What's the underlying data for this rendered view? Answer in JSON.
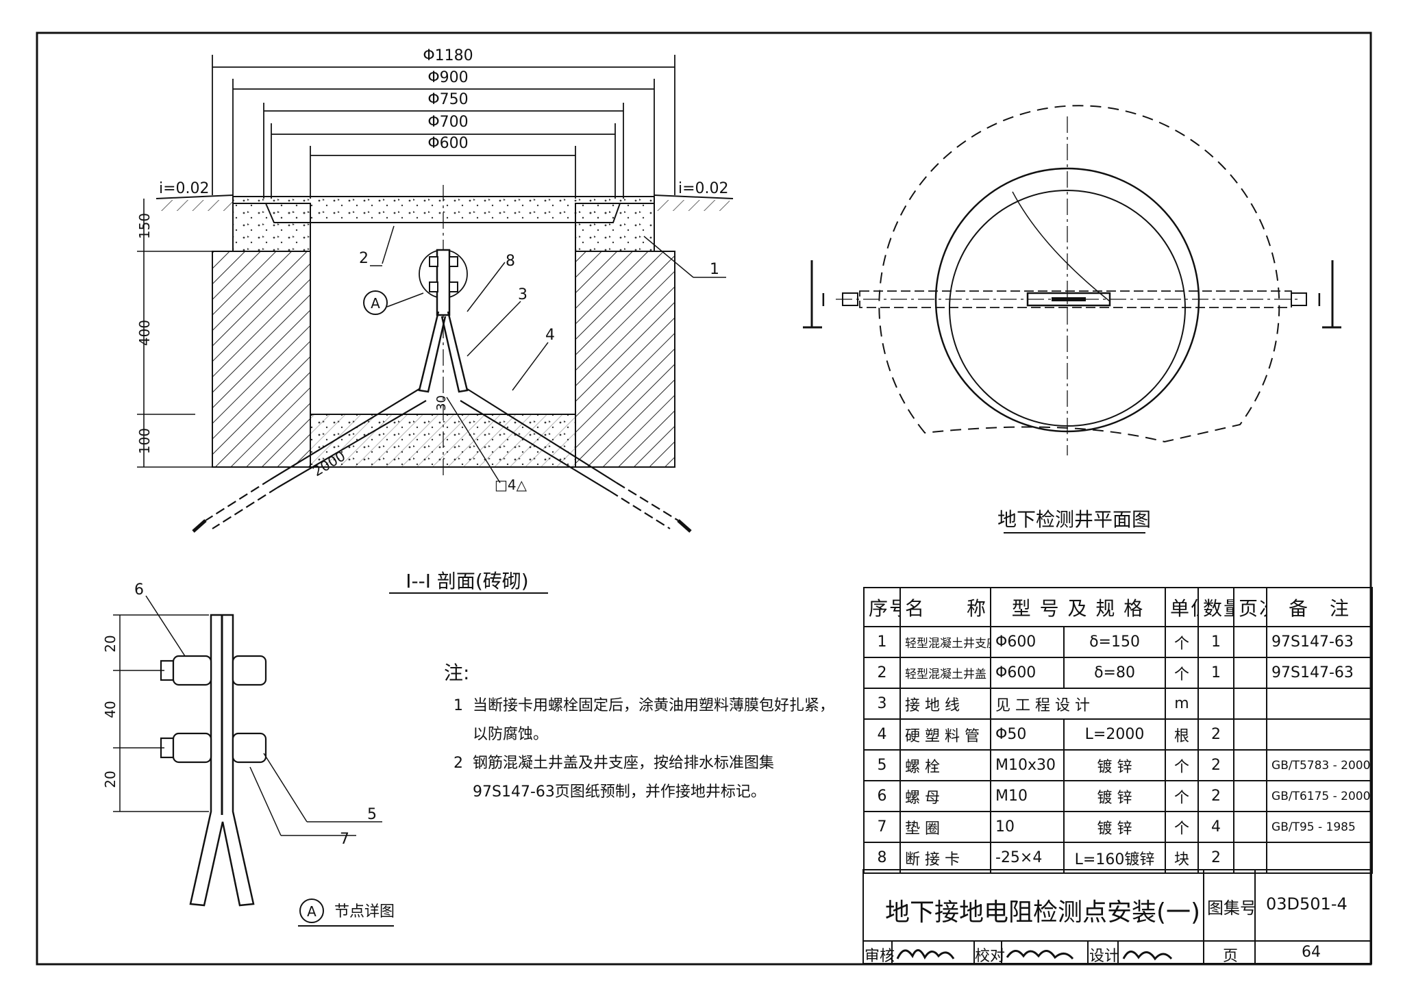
{
  "section_view": {
    "dims_top": [
      "Φ1180",
      "Φ900",
      "Φ750",
      "Φ700",
      "Φ600"
    ],
    "slope_left": "i=0.02",
    "slope_right": "i=0.02",
    "dims_side": [
      "150",
      "400",
      "100"
    ],
    "pipe_length": "2000",
    "angle_dim": "30",
    "rod_note": "□4△",
    "callouts": [
      "1",
      "2",
      "3",
      "4",
      "8"
    ],
    "detail_ref": "A",
    "section_mark": "I",
    "title": "I--I 剖面(砖砌)"
  },
  "plan_view": {
    "title": "地下检测井平面图",
    "section_mark_left": "I",
    "section_mark_right": "I"
  },
  "detail_view": {
    "ref": "A",
    "title": "节点详图",
    "dims": [
      "20",
      "40",
      "20"
    ],
    "callouts": [
      "6",
      "5",
      "7"
    ]
  },
  "notes": {
    "heading": "注:",
    "items": [
      {
        "num": "1",
        "lines": [
          "当断接卡用螺栓固定后，涂黄油用塑料薄膜包好扎紧，",
          "以防腐蚀。"
        ]
      },
      {
        "num": "2",
        "lines": [
          "钢筋混凝土井盖及井支座，按给排水标准图集",
          "97S147-63页图纸预制，并作接地井标记。"
        ]
      }
    ]
  },
  "parts_table": {
    "headers": [
      "序号",
      "名　　称",
      "型 号 及 规 格",
      "单位",
      "数量",
      "页次",
      "备　注"
    ],
    "rows": [
      [
        "1",
        "轻型混凝土井支座",
        "Φ600",
        "δ=150",
        "个",
        "1",
        "",
        "97S147-63"
      ],
      [
        "2",
        "轻型混凝土井盖",
        "Φ600",
        "δ=80",
        "个",
        "1",
        "",
        "97S147-63"
      ],
      [
        "3",
        "接 地 线",
        "见 工 程 设 计",
        "",
        "m",
        "",
        "",
        ""
      ],
      [
        "4",
        "硬 塑 料 管",
        "Φ50",
        "L=2000",
        "根",
        "2",
        "",
        ""
      ],
      [
        "5",
        "螺 栓",
        "M10x30",
        "镀 锌",
        "个",
        "2",
        "",
        "GB/T5783 - 2000"
      ],
      [
        "6",
        "螺 母",
        "M10",
        "镀 锌",
        "个",
        "2",
        "",
        "GB/T6175 - 2000"
      ],
      [
        "7",
        "垫 圈",
        "10",
        "镀 锌",
        "个",
        "4",
        "",
        "GB/T95 - 1985"
      ],
      [
        "8",
        "断 接 卡",
        "-25×4",
        "L=160镀锌",
        "块",
        "2",
        "",
        ""
      ]
    ]
  },
  "title_block": {
    "title": "地下接地电阻检测点安装(一)",
    "atlas_label": "图集号",
    "atlas_no": "03D501-4",
    "review_label": "审核",
    "check_label": "校对",
    "design_label": "设计",
    "page_label": "页",
    "page_no": "64"
  }
}
